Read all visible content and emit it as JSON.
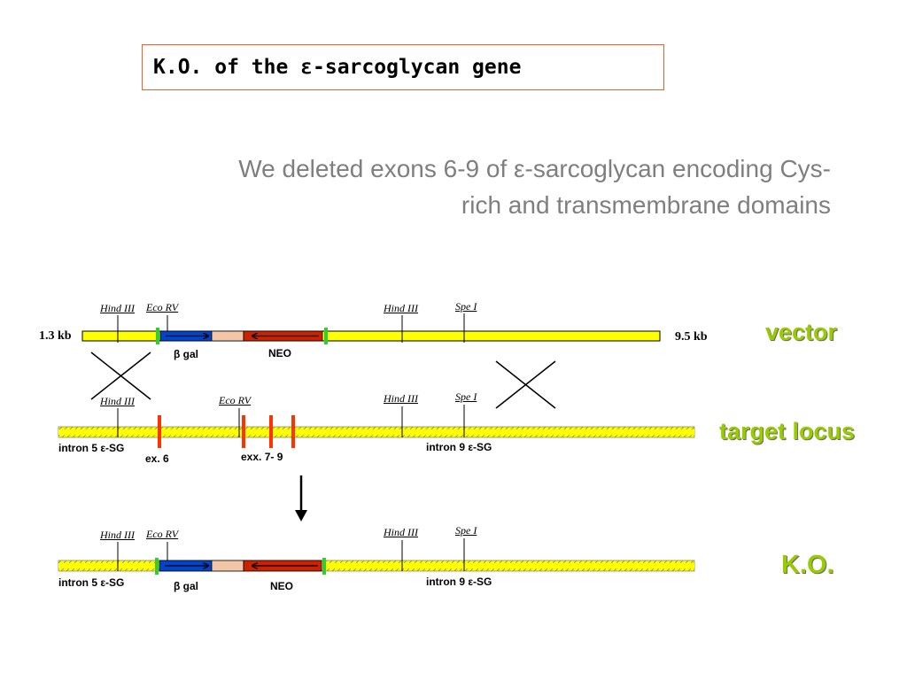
{
  "title": "K.O. of the ε-sarcoglycan gene",
  "subtitle": {
    "line1": "We deleted exons 6-9 of ε-sarcoglycan encoding Cys-",
    "line2": "rich and transmembrane domains"
  },
  "vector": {
    "label": "vector",
    "left_kb": "1.3 kb",
    "right_kb": "9.5 kb",
    "sites": [
      "Hind III",
      "Eco RV",
      "Hind III",
      "Spe I"
    ],
    "beta_gal": "β gal",
    "neo": "NEO"
  },
  "target": {
    "label": "target locus",
    "sites": [
      "Hind III",
      "Eco RV",
      "Hind III",
      "Spe I"
    ],
    "intron5": "intron 5 ε-SG",
    "intron9": "intron 9 ε-SG",
    "ex6": "ex. 6",
    "exx": "exx. 7- 9"
  },
  "ko": {
    "label": "K.O.",
    "sites": [
      "Hind III",
      "Eco RV",
      "Hind III",
      "Spe I"
    ],
    "intron5": "intron 5 ε-SG",
    "intron9": "intron 9 ε-SG",
    "beta_gal": "β gal",
    "neo": "NEO"
  },
  "colors": {
    "yellow": "#ffff00",
    "green_mark": "#33cc33",
    "blue": "#0044cc",
    "red": "#cc2200",
    "peach": "#f4c6a8",
    "exon": "#ff3300",
    "label_green": "#99cc00"
  }
}
